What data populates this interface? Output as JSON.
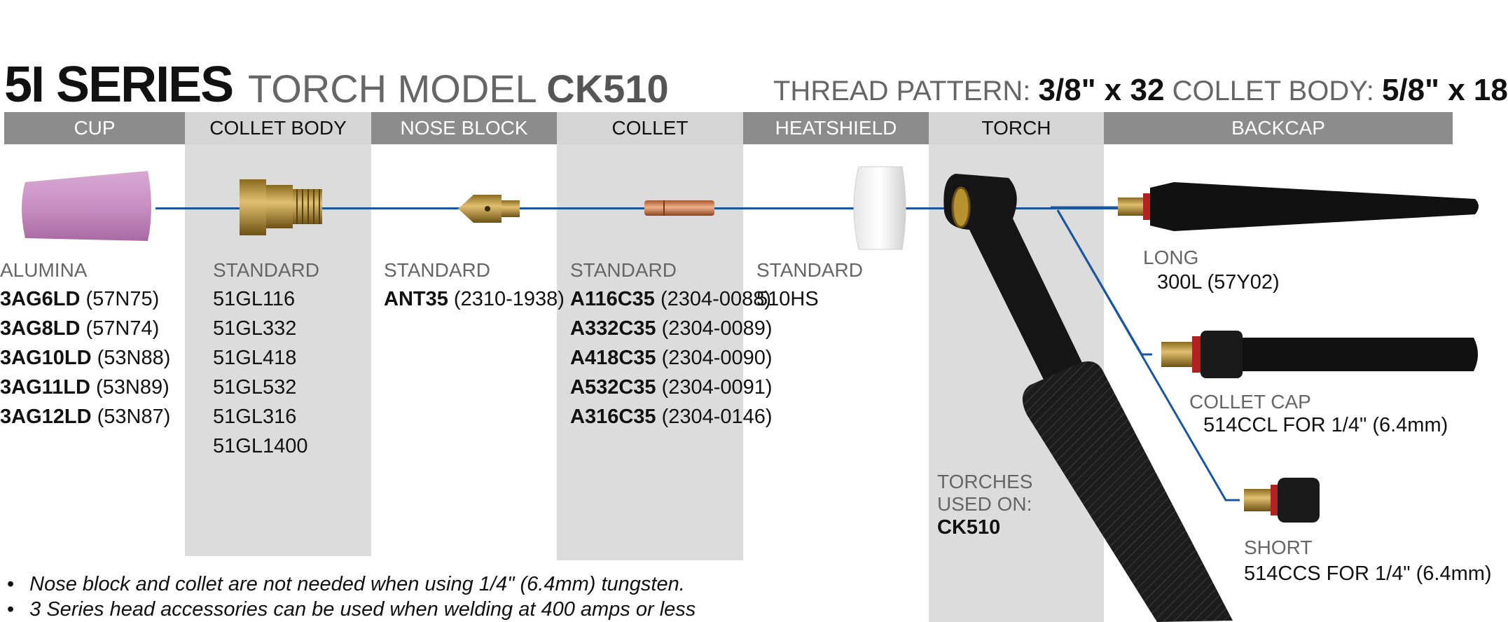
{
  "title": {
    "series": "5I SERIES",
    "model_label": "TORCH MODEL",
    "model_code": "CK510",
    "thread_label": "THREAD PATTERN:",
    "thread_value": "3/8\" x 32",
    "collet_body_label": "COLLET BODY:",
    "collet_body_value": "5/8\" x 18"
  },
  "headers": [
    "CUP",
    "COLLET BODY",
    "NOSE BLOCK",
    "COLLET",
    "HEATSHIELD",
    "TORCH",
    "BACKCAP"
  ],
  "cup": {
    "label": "ALUMINA",
    "items": [
      {
        "part": "3AG6LD",
        "ref": "(57N75)"
      },
      {
        "part": "3AG8LD",
        "ref": "(57N74)"
      },
      {
        "part": "3AG10LD",
        "ref": "(53N88)"
      },
      {
        "part": "3AG11LD",
        "ref": "(53N89)"
      },
      {
        "part": "3AG12LD",
        "ref": "(53N87)"
      }
    ]
  },
  "collet_body": {
    "label": "STANDARD",
    "items": [
      "51GL116",
      "51GL332",
      "51GL418",
      "51GL532",
      "51GL316",
      "51GL1400"
    ]
  },
  "nose_block": {
    "label": "STANDARD",
    "items": [
      {
        "part": "ANT35",
        "ref": "(2310-1938)"
      }
    ]
  },
  "collet": {
    "label": "STANDARD",
    "items": [
      {
        "part": "A116C35",
        "ref": "(2304-0088)"
      },
      {
        "part": "A332C35",
        "ref": "(2304-0089)"
      },
      {
        "part": "A418C35",
        "ref": "(2304-0090)"
      },
      {
        "part": "A532C35",
        "ref": "(2304-0091)"
      },
      {
        "part": "A316C35",
        "ref": "(2304-0146)"
      }
    ]
  },
  "heatshield": {
    "label": "STANDARD",
    "items": [
      "510HS"
    ]
  },
  "torch": {
    "label_line1": "TORCHES",
    "label_line2": "USED ON:",
    "value": "CK510"
  },
  "backcap": {
    "long_label": "LONG",
    "long_value": "300L (57Y02)",
    "collet_cap_label": "COLLET CAP",
    "collet_cap_value": "514CCL FOR 1/4\" (6.4mm)",
    "short_label": "SHORT",
    "short_value": "514CCS FOR 1/4\" (6.4mm)"
  },
  "notes": [
    "Nose block and collet are not needed when using 1/4\" (6.4mm) tungsten.",
    "3 Series head accessories can be used when welding at 400 amps or less"
  ],
  "colors": {
    "header_dark": "#8c8c8c",
    "column_bg": "#dcdcdc",
    "line_blue": "#1a57a0",
    "cup_pink": "#c98fc4",
    "brass": "#b8922e",
    "copper": "#d08050"
  }
}
